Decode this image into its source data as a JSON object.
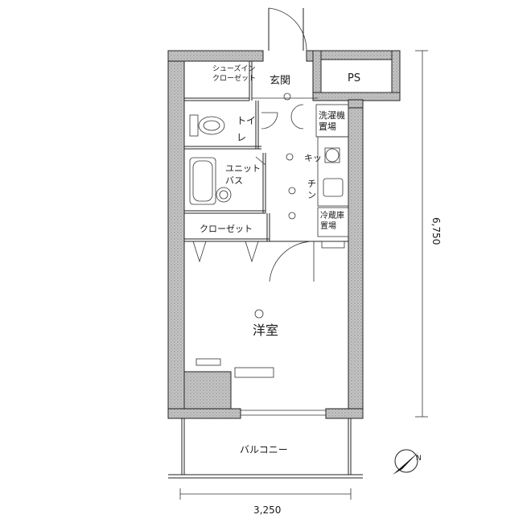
{
  "rooms": {
    "shoe_closet_line1": "シューズイン",
    "shoe_closet_line2": "クローゼット",
    "entrance": "玄関",
    "ps": "PS",
    "toilet_line1": "トイ",
    "toilet_line2": "レ",
    "laundry_line1": "洗濯機",
    "laundry_line2": "置場",
    "kitchen_line1": "キッ",
    "kitchen_line2": "チ",
    "kitchen_line3": "ン",
    "bath_line1": "ユニット",
    "bath_line2": "バス",
    "fridge_line1": "冷蔵庫",
    "fridge_line2": "置場",
    "closet": "クローゼット",
    "western_room": "洋室",
    "balcony": "バルコニー"
  },
  "dimensions": {
    "width": "3,250",
    "height": "6,750"
  },
  "compass": {
    "north": "N"
  },
  "colors": {
    "wall_fill": "#bdbdbd",
    "line": "#222222"
  }
}
